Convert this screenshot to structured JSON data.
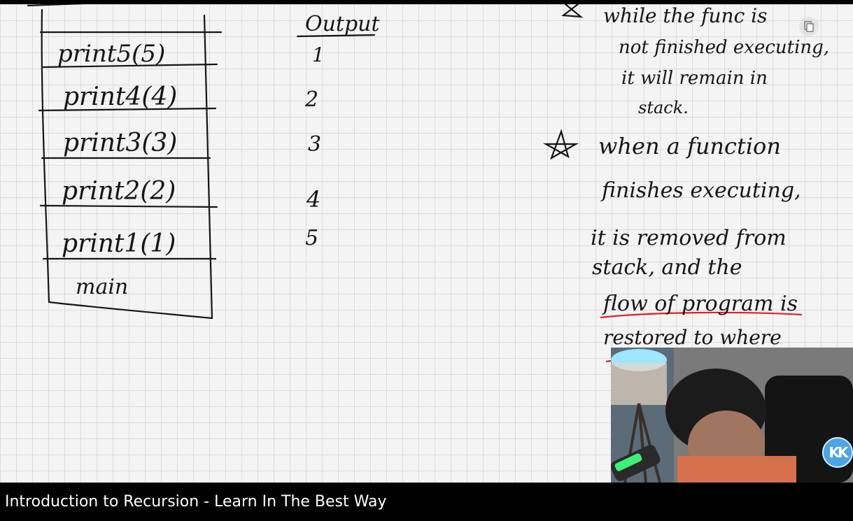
{
  "board": {
    "stack_frames": [
      "print5(5)",
      "print4(4)",
      "print3(3)",
      "print2(2)",
      "print1(1)",
      "main"
    ],
    "output_header": "Output",
    "output_values": [
      "1",
      "2",
      "3",
      "4",
      "5"
    ],
    "note1": [
      "while the func is",
      "not finished executing,",
      "it will remain in",
      "stack."
    ],
    "note2": [
      "when a function",
      "finishes executing,",
      "it is removed from",
      "stack, and the",
      "flow of program is",
      "restored to where"
    ]
  },
  "overlay": {
    "channel_badge": "KK"
  },
  "video": {
    "title": "Introduction to Recursion - Learn In The Best Way"
  }
}
